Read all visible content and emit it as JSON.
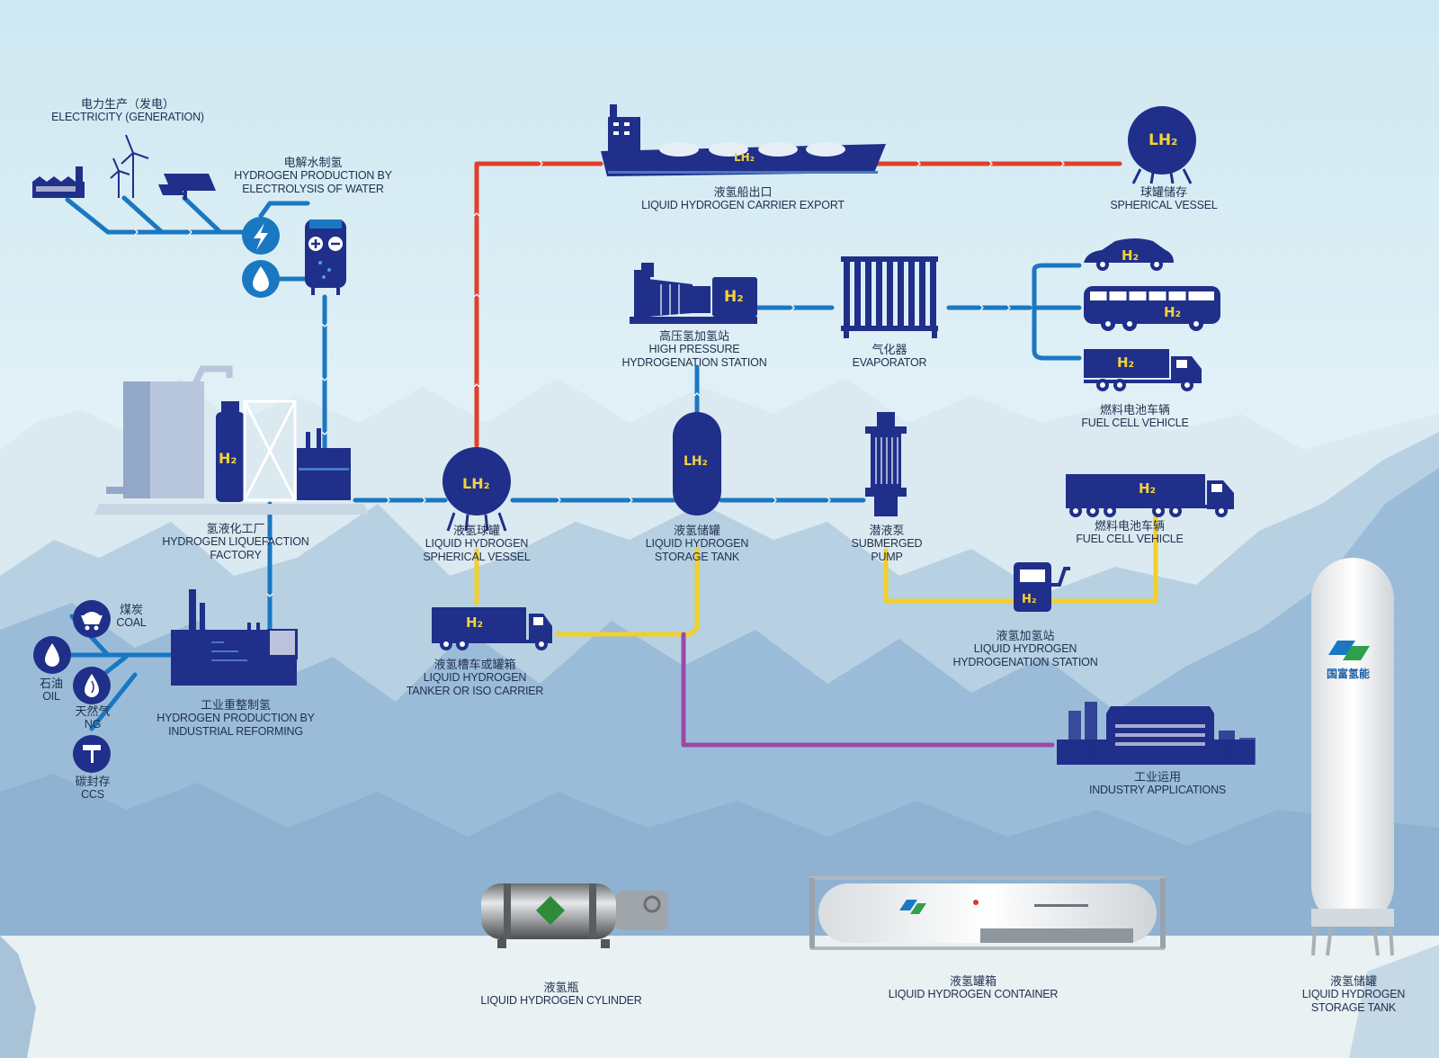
{
  "h2": "H₂",
  "lh2": "LH₂",
  "brand": "国富氢能",
  "labels": {
    "electricity": {
      "zh": "电力生产（发电）",
      "en": "ELECTRICITY (GENERATION)"
    },
    "electrolysis": {
      "zh": "电解水制氢",
      "en1": "HYDROGEN PRODUCTION BY",
      "en2": "ELECTROLYSIS OF WATER"
    },
    "carrier": {
      "zh": "液氢船出口",
      "en": "LIQUID HYDROGEN CARRIER EXPORT"
    },
    "spherical_top": {
      "zh": "球罐储存",
      "en": "SPHERICAL VESSEL"
    },
    "hp_station": {
      "zh": "高压氢加氢站",
      "en1": "HIGH PRESSURE",
      "en2": "HYDROGENATION STATION"
    },
    "evaporator": {
      "zh": "气化器",
      "en": "EVAPORATOR"
    },
    "fcv_top": {
      "zh": "燃料电池车辆",
      "en": "FUEL CELL VEHICLE"
    },
    "factory": {
      "zh": "氢液化工厂",
      "en1": "HYDROGEN LIQUEFACTION",
      "en2": "FACTORY"
    },
    "spherical_mid": {
      "zh": "液氢球罐",
      "en1": "LIQUID HYDROGEN",
      "en2": "SPHERICAL VESSEL"
    },
    "storage_tank": {
      "zh": "液氢储罐",
      "en1": "LIQUID HYDROGEN",
      "en2": "STORAGE TANK"
    },
    "pump": {
      "zh": "潜液泵",
      "en1": "SUBMERGED",
      "en2": "PUMP"
    },
    "fcv_mid": {
      "zh": "燃料电池车辆",
      "en": "FUEL CELL VEHICLE"
    },
    "coal": {
      "zh": "煤炭",
      "en": "COAL"
    },
    "oil": {
      "zh": "石油",
      "en": "OIL"
    },
    "ng": {
      "zh": "天然气",
      "en": "NG"
    },
    "ccs": {
      "zh": "碳封存",
      "en": "CCS"
    },
    "reforming": {
      "zh": "工业重整制氢",
      "en1": "HYDROGEN PRODUCTION BY",
      "en2": "INDUSTRIAL REFORMING"
    },
    "tanker": {
      "zh": "液氢槽车或罐箱",
      "en1": "LIQUID HYDROGEN",
      "en2": "TANKER OR ISO CARRIER"
    },
    "lh2_station": {
      "zh": "液氢加氢站",
      "en1": "LIQUID HYDROGEN",
      "en2": "HYDROGENATION STATION"
    },
    "industry": {
      "zh": "工业运用",
      "en": "INDUSTRY APPLICATIONS"
    },
    "cylinder": {
      "zh": "液氢瓶",
      "en": "LIQUID HYDROGEN CYLINDER"
    },
    "container": {
      "zh": "液氢罐箱",
      "en": "LIQUID HYDROGEN CONTAINER"
    },
    "big_tank": {
      "zh": "液氢储罐",
      "en1": "LIQUID HYDROGEN",
      "en2": "STORAGE TANK"
    }
  },
  "colors": {
    "navy": "#1f2f8a",
    "pipe_blue": "#1a78c2",
    "pipe_red": "#e0402a",
    "pipe_yellow": "#f2cf2a",
    "pipe_purple": "#9a4aa6",
    "h2_text": "#f3d23a"
  }
}
